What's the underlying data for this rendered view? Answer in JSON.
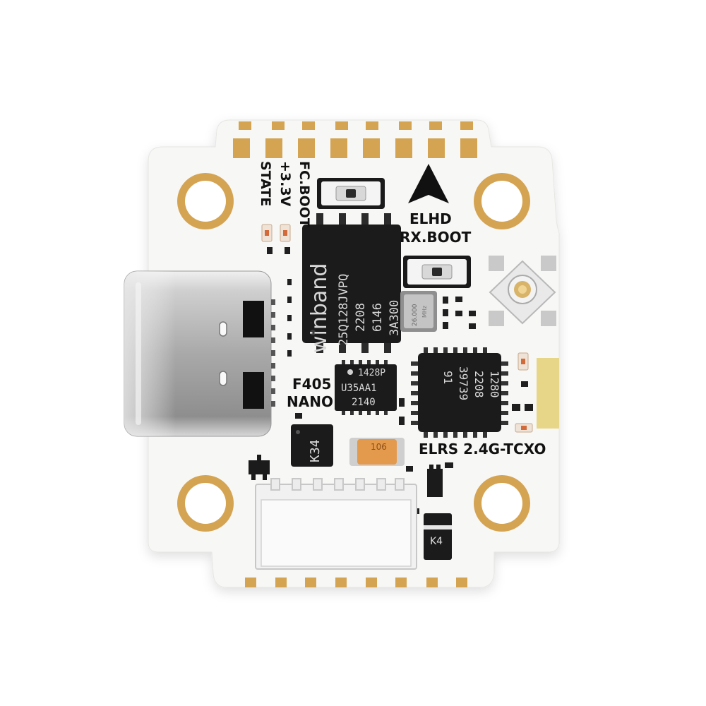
{
  "board": {
    "silkscreen": {
      "fc_boot": "FC.BOOT",
      "v33": "+3.3V",
      "state": "STATE",
      "elhd": "ELHD",
      "rx_boot": "RX.BOOT",
      "f405": "F405",
      "nano": "NANO",
      "elrs": "ELRS 2.4G-TCXO"
    },
    "flash_chip": {
      "brand": "winband",
      "l1": "25Q128JVPQ",
      "l2": "2208",
      "l3": "6146",
      "l4": "3A300"
    },
    "crystal": {
      "l1": "26.000",
      "l2": "MHz"
    },
    "rx_chip": {
      "l1": "1280",
      "l2": "2208",
      "l3": "39739",
      "l4": "91"
    },
    "imu_chip": {
      "l1": "1428P",
      "l2": "U35AA1",
      "l3": "2140"
    },
    "reg_chip": {
      "label": "K34"
    },
    "capacitor": {
      "label": "106"
    },
    "diode": {
      "label": "K4"
    }
  },
  "colors": {
    "board": "#f7f7f5",
    "gold": "#d4a453",
    "chip": "#1b1b1b",
    "antenna_pad": "#e8d688",
    "capacitor": "#e49a4c"
  }
}
